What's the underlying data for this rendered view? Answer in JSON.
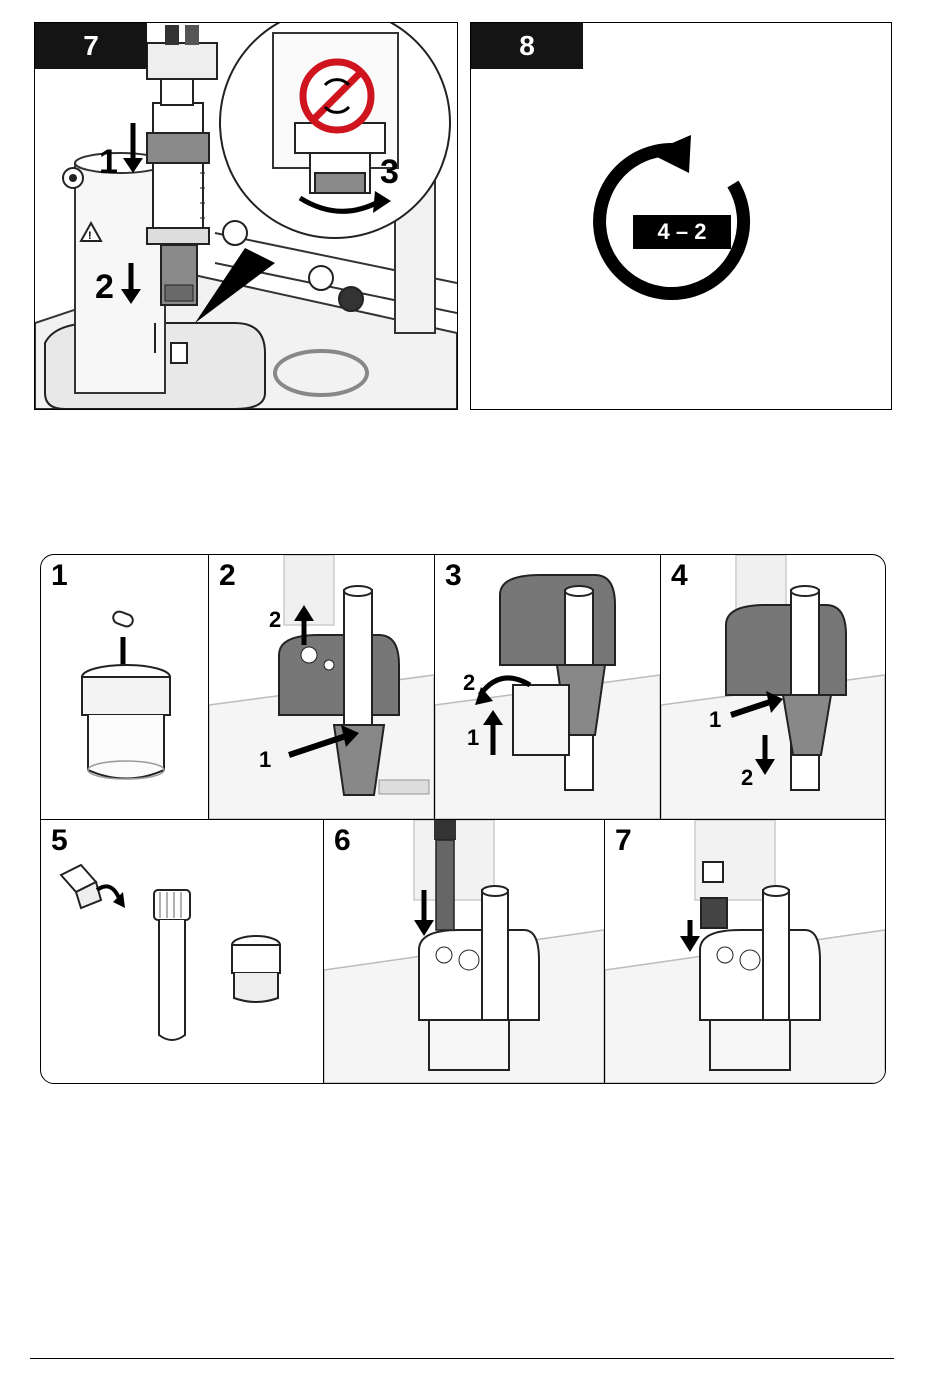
{
  "top_panels": [
    {
      "step": "7",
      "callouts": [
        "1",
        "2",
        "3"
      ]
    },
    {
      "step": "8",
      "repeat_label": "4 – 2"
    }
  ],
  "sequence": {
    "cells": [
      {
        "number": "1"
      },
      {
        "number": "2",
        "callouts": [
          "2",
          "1"
        ]
      },
      {
        "number": "3",
        "callouts": [
          "2",
          "1"
        ]
      },
      {
        "number": "4",
        "callouts": [
          "1",
          "2"
        ]
      },
      {
        "number": "5"
      },
      {
        "number": "6"
      },
      {
        "number": "7"
      }
    ]
  }
}
